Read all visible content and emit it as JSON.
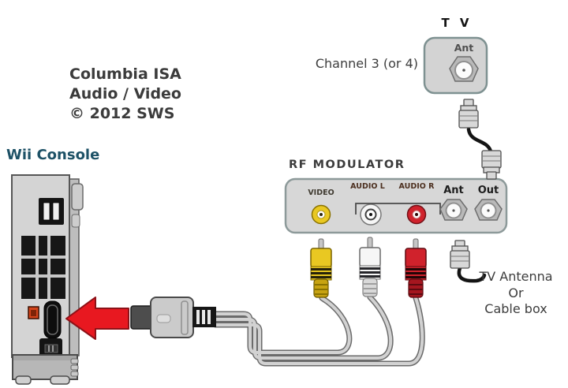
{
  "credit": {
    "lines": [
      "Columbia ISA",
      "Audio / Video",
      "© 2012 SWS"
    ]
  },
  "wii_console": {
    "label": "Wii Console"
  },
  "tv": {
    "title": "T V",
    "ant_label": "Ant",
    "channel_note": "Channel 3 (or 4)"
  },
  "rf_modulator": {
    "title": "RF MODULATOR",
    "video_label": "VIDEO",
    "audio_l_label": "AUDIO L",
    "audio_r_label": "AUDIO R",
    "ant_label": "Ant",
    "out_label": "Out"
  },
  "antenna_caption": {
    "lines": [
      "TV Antenna",
      "Or",
      "Cable box"
    ]
  },
  "colors": {
    "arrow_red": "#e81820",
    "video_yellow": "#e9c822",
    "yellow_dark": "#c7a312",
    "audio_white": "#f6f6f6",
    "white_dark": "#d9d9d9",
    "audio_red": "#d0222c",
    "red_dark": "#a5161f",
    "dc_orange": "#d4451c",
    "wii_label_blue": "#1d5166",
    "panel_gray": "#d7d7d7"
  }
}
